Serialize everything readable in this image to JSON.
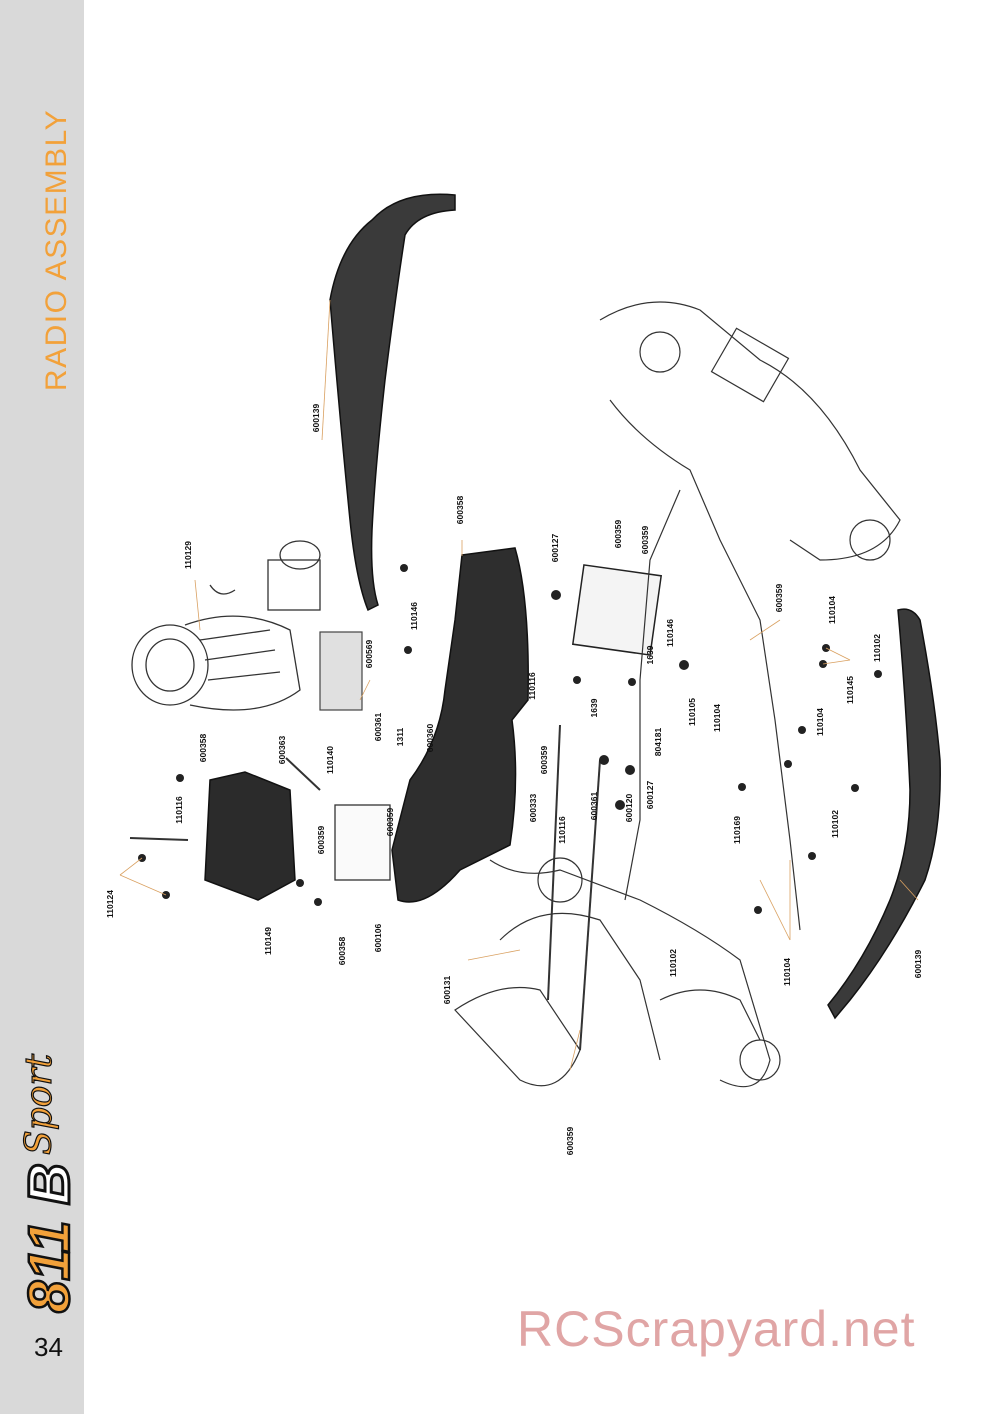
{
  "section_title": "RADIO ASSEMBLY",
  "page_number": "34",
  "logo_text": "811B Sport",
  "watermark": "RCScrapyard.net",
  "accent_color": "#f2a13a",
  "sidebar_color": "#d9d9d9",
  "callouts": [
    {
      "id": "c1",
      "text": "600139"
    },
    {
      "id": "c2",
      "text": "110129"
    },
    {
      "id": "c3",
      "text": "600358"
    },
    {
      "id": "c4",
      "text": "600127"
    },
    {
      "id": "c5",
      "text": "600359"
    },
    {
      "id": "c6",
      "text": "600359"
    },
    {
      "id": "c7",
      "text": "110146"
    },
    {
      "id": "c8",
      "text": "600569"
    },
    {
      "id": "c9",
      "text": "110116"
    },
    {
      "id": "c10",
      "text": "1639"
    },
    {
      "id": "c11",
      "text": "1639"
    },
    {
      "id": "c12",
      "text": "110146"
    },
    {
      "id": "c13",
      "text": "600359"
    },
    {
      "id": "c14",
      "text": "110104"
    },
    {
      "id": "c15",
      "text": "110102"
    },
    {
      "id": "c16",
      "text": "110145"
    },
    {
      "id": "c17",
      "text": "110105"
    },
    {
      "id": "c18",
      "text": "110104"
    },
    {
      "id": "c19",
      "text": "110104"
    },
    {
      "id": "c20",
      "text": "804181"
    },
    {
      "id": "c21",
      "text": "600361"
    },
    {
      "id": "c22",
      "text": "1311"
    },
    {
      "id": "c23",
      "text": "600360"
    },
    {
      "id": "c24",
      "text": "600358"
    },
    {
      "id": "c25",
      "text": "600363"
    },
    {
      "id": "c26",
      "text": "110140"
    },
    {
      "id": "c27",
      "text": "600359"
    },
    {
      "id": "c28",
      "text": "600359"
    },
    {
      "id": "c29",
      "text": "600333"
    },
    {
      "id": "c30",
      "text": "600361"
    },
    {
      "id": "c31",
      "text": "600120"
    },
    {
      "id": "c32",
      "text": "600127"
    },
    {
      "id": "c33",
      "text": "110116"
    },
    {
      "id": "c34",
      "text": "110116"
    },
    {
      "id": "c35",
      "text": "600359"
    },
    {
      "id": "c36",
      "text": "110169"
    },
    {
      "id": "c37",
      "text": "110102"
    },
    {
      "id": "c38",
      "text": "110124"
    },
    {
      "id": "c39",
      "text": "110149"
    },
    {
      "id": "c40",
      "text": "600358"
    },
    {
      "id": "c41",
      "text": "600106"
    },
    {
      "id": "c42",
      "text": "600131"
    },
    {
      "id": "c43",
      "text": "110102"
    },
    {
      "id": "c44",
      "text": "110104"
    },
    {
      "id": "c45",
      "text": "600139"
    },
    {
      "id": "c46",
      "text": "600359"
    }
  ]
}
